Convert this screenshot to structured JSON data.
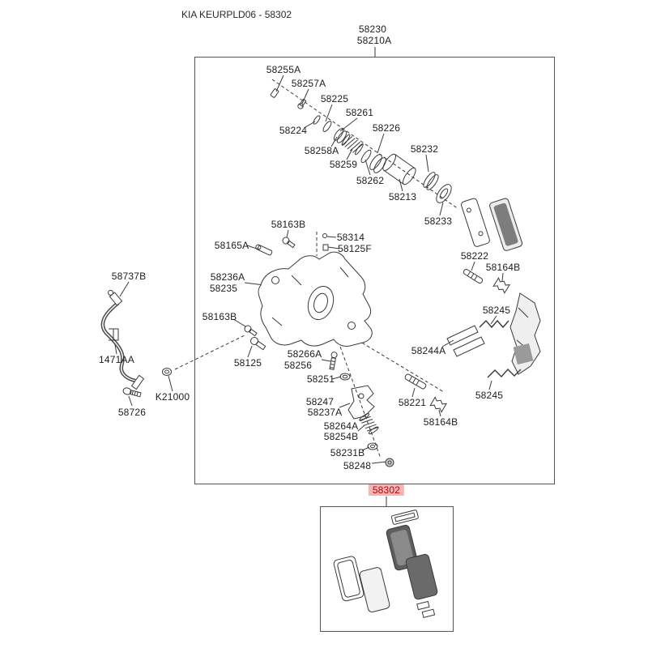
{
  "title": "KIA KEURPLD06 - 58302",
  "assembly_label": {
    "line1": "58230",
    "line2": "58210A"
  },
  "highlighted_part": {
    "text": "58302"
  },
  "colors": {
    "line": "#3a3a3a",
    "highlight_text": "#c40000",
    "highlight_bg": "#f2b6b6"
  },
  "part_labels": [
    {
      "text": "58255A"
    },
    {
      "text": "58257A"
    },
    {
      "text": "58225"
    },
    {
      "text": "58224"
    },
    {
      "text": "58261"
    },
    {
      "text": "58226"
    },
    {
      "text": "58258A"
    },
    {
      "text": "58259"
    },
    {
      "text": "58232"
    },
    {
      "text": "58262"
    },
    {
      "text": "58213"
    },
    {
      "text": "58233"
    },
    {
      "text": "58163B"
    },
    {
      "text": "58165A"
    },
    {
      "text": "58314"
    },
    {
      "text": "58125F"
    },
    {
      "text": "58236A"
    },
    {
      "text": "58235"
    },
    {
      "text": "58222"
    },
    {
      "text": "58164B"
    },
    {
      "text": "58163B"
    },
    {
      "text": "58245"
    },
    {
      "text": "58244A"
    },
    {
      "text": "58266A"
    },
    {
      "text": "58256"
    },
    {
      "text": "58125"
    },
    {
      "text": "58251"
    },
    {
      "text": "58247"
    },
    {
      "text": "58237A"
    },
    {
      "text": "58221"
    },
    {
      "text": "58245"
    },
    {
      "text": "58264A"
    },
    {
      "text": "58254B"
    },
    {
      "text": "58164B"
    },
    {
      "text": "58231B"
    },
    {
      "text": "58248"
    },
    {
      "text": "58737B"
    },
    {
      "text": "1471AA"
    },
    {
      "text": "K21000"
    },
    {
      "text": "58726"
    }
  ]
}
